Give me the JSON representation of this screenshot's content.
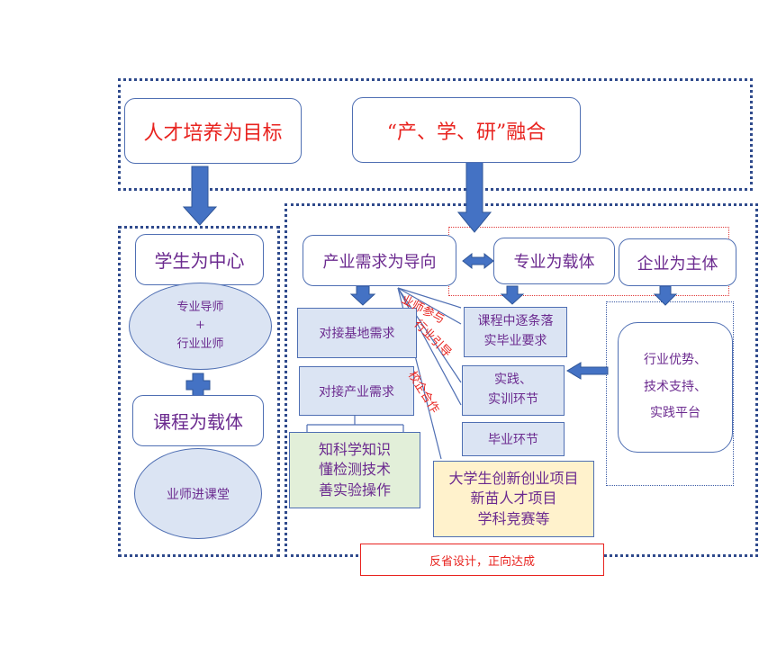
{
  "top": {
    "talent_goal": "人才培养为目标",
    "integration": "“产、学、研”融合"
  },
  "left": {
    "student_center": "学生为中心",
    "mentor_line1": "专业导师",
    "mentor_plus": "+",
    "mentor_line2": "行业业师",
    "course_carrier": "课程为载体",
    "mentor_lecture": "业师进课堂"
  },
  "middle": {
    "industry_demand": "产业需求为导向",
    "dock_base": "对接基地需求",
    "dock_industry": "对接产业需求",
    "skills": [
      "知科学知识",
      "懂检测技术",
      "善实验操作"
    ]
  },
  "right": {
    "major_carrier": "专业为载体",
    "enterprise_main": "企业为主体",
    "course_req": [
      "课程中逐条落",
      "实毕业要求"
    ],
    "practice": [
      "实践、",
      "实训环节"
    ],
    "graduation": "毕业环节",
    "enterprise_detail": [
      "行业优势、",
      "技术支持、",
      "实践平台"
    ],
    "projects": [
      "大学生创新创业项目",
      "新苗人才项目",
      "学科竞赛等"
    ]
  },
  "slanted_labels": {
    "mentor_participate": "业师参与",
    "industry_guide": "行业引导",
    "school_enterprise": "校企合作"
  },
  "bottom": {
    "reflect": "反省设计，正向达成"
  },
  "colors": {
    "arrow_blue": "#4472c4",
    "box_border": "#4f6fb3",
    "box_fill": "#dbe4f3",
    "title_red": "#e8231f",
    "text_purple": "#6b2a8f",
    "skills_fill": "#e2efd9",
    "projects_fill": "#fff2cc"
  }
}
